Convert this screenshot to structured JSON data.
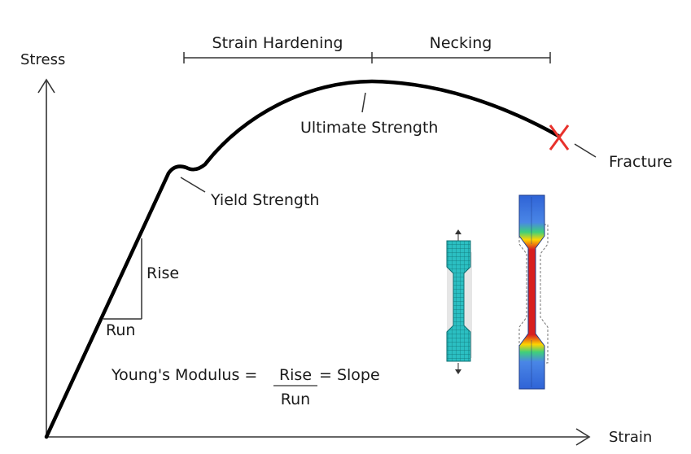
{
  "axes": {
    "y_label": "Stress",
    "x_label": "Strain"
  },
  "regions": {
    "strain_hardening": "Strain Hardening",
    "necking": "Necking"
  },
  "points": {
    "ultimate_strength": "Ultimate Strength",
    "yield_strength": "Yield Strength",
    "fracture": "Fracture"
  },
  "slope_triangle": {
    "rise": "Rise",
    "run": "Run"
  },
  "formula": {
    "lhs": "Young's Modulus =",
    "numerator": "Rise",
    "denominator": "Run",
    "rhs": "= Slope"
  },
  "colors": {
    "curve": "#000000",
    "fracture_mark": "#e8312b",
    "specimen_mesh": "#2bbfc2",
    "stress_high": "#d81e1e",
    "stress_mid": "#ffd400",
    "stress_low": "#2f63d6"
  }
}
